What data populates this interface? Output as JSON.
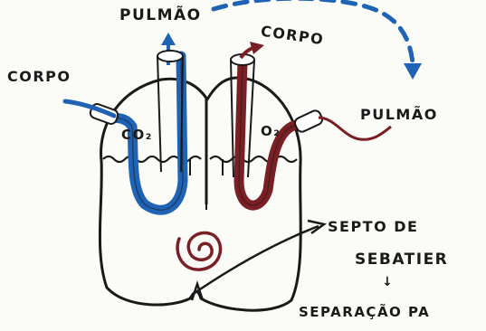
{
  "labels": {
    "pulmao_left": "PULMÃO",
    "corpo_top": "CORPO",
    "corpo_left": "CORPO",
    "pulmao_right": "PULMÃO",
    "co2": "CO₂",
    "o2": "O₂",
    "septo_line1": "SEPTO DE",
    "septo_line2": "SEBATIER",
    "small_arrow": "↓",
    "separacao": "SEPARAÇÃO PA"
  },
  "colors": {
    "ink": "#1a1a1a",
    "venous_blue": "#1f63b5",
    "arterial_red": "#7a1f24"
  },
  "icons": {
    "blue_arrow_up": "arrow-up-icon",
    "red_arrow_up": "arrow-up-icon",
    "dashed_arrow": "dashed-curved-arrow-icon",
    "spiral": "spiral-icon"
  }
}
